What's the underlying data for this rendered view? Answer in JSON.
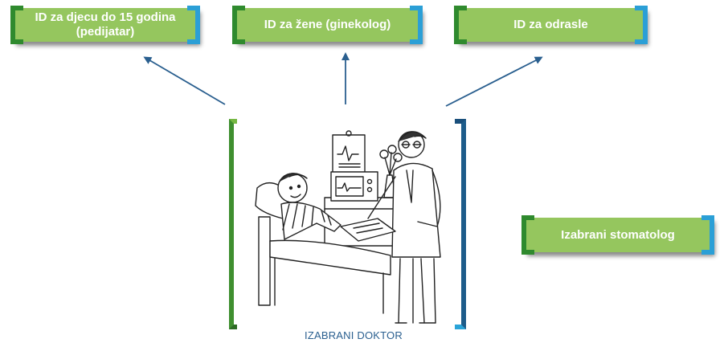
{
  "boxes": {
    "pediatrician": "ID za djecu do 15 godina (pedijatar)",
    "gynecologist": "ID za žene (ginekolog)",
    "adults": "ID za odrasle",
    "dentist": "Izabrani stomatolog"
  },
  "caption": "IZABRANI DOKTOR",
  "colors": {
    "box_fill": "#95c65e",
    "bracket_green": "#2f8a2e",
    "bracket_blue": "#2b9fd6",
    "arrow": "#2a5f8f"
  }
}
